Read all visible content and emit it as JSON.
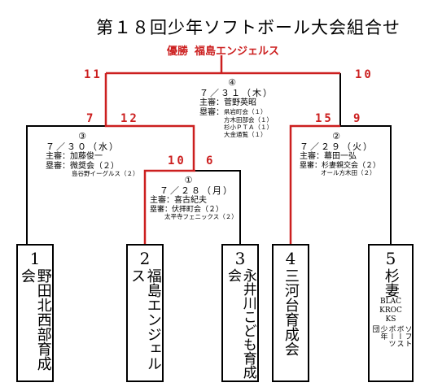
{
  "title": "第１８回少年ソフトボール大会組合せ",
  "winner": {
    "label": "優勝",
    "team": "福島エンジェルス"
  },
  "scores": {
    "final_left": "11",
    "final_right": "10",
    "g3_left": "7",
    "g3_right": "12",
    "g1_left": "10",
    "g1_right": "6",
    "g2_left": "15",
    "g2_right": "9"
  },
  "games": {
    "g4": {
      "num": "④",
      "date": "７／３１（木）",
      "umpire_main": "主審：菅野英昭",
      "umpire_base_label": "塁審：",
      "umpire_base": [
        "県岩町会（１）",
        "方木田部会（１）",
        "杉小ＰＴＡ（１）",
        "大金通覧（１）"
      ]
    },
    "g3": {
      "num": "③",
      "date": "７／３０（水）",
      "umpire_main": "主審：加藤俊一",
      "umpire_base": "塁審：微奨会（２）",
      "umpire_base_2": "島谷野イーグルス（２）"
    },
    "g1": {
      "num": "①",
      "date": "７／２８（月）",
      "umpire_main": "主審：喜古紀夫",
      "umpire_base": "塁審：伏拝町会（２）",
      "umpire_base_2": "太平寺フェニックス（２）"
    },
    "g2": {
      "num": "②",
      "date": "７／２９（火）",
      "umpire_main": "主審：幕田一弘",
      "umpire_base": "塁審：杉妻親交会（２）",
      "umpire_base_2": "オール方木田（２）"
    }
  },
  "teams": [
    {
      "num": "1",
      "name": "野田北西部育成会"
    },
    {
      "num": "2",
      "name": "福島エンジェルス"
    },
    {
      "num": "3",
      "name": "永井川こども育成会"
    },
    {
      "num": "4",
      "name": "三河台育成会"
    },
    {
      "num": "5",
      "name": "杉妻",
      "en": [
        "BLAC",
        "KROC",
        "KS"
      ],
      "extra": [
        "ソフト",
        "ボース",
        "ポーツ",
        "少年",
        "団"
      ]
    }
  ],
  "colors": {
    "red": "#cc1f1f",
    "black": "#000000"
  }
}
